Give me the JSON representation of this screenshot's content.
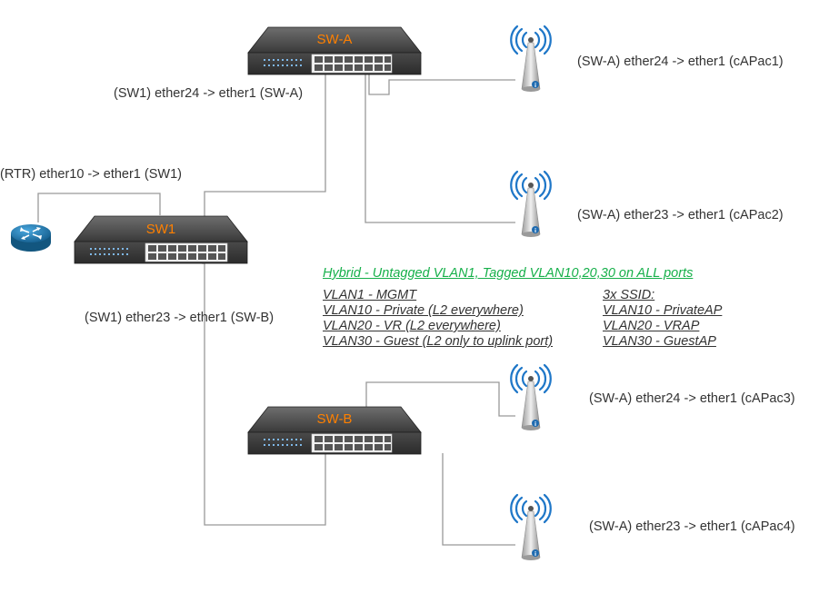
{
  "colors": {
    "switch_label": "#ff8000",
    "link_line": "#999999",
    "legend_green": "#16b04a",
    "text": "#333333",
    "router": "#1f7fb8",
    "antenna_waves": "#1f77c8"
  },
  "devices": {
    "switches": [
      {
        "name": "SW-A"
      },
      {
        "name": "SW1"
      },
      {
        "name": "SW-B"
      }
    ],
    "router_icon": "router-icon",
    "ap_icon": "access-point-icon"
  },
  "links": {
    "rtr_sw1": "(RTR) ether10 -> ether1 (SW1)",
    "sw1_swa": "(SW1) ether24 -> ether1 (SW-A)",
    "sw1_swb": "(SW1) ether23 -> ether1 (SW-B)",
    "ap1": "(SW-A) ether24 -> ether1 (cAPac1)",
    "ap2": "(SW-A) ether23 -> ether1 (cAPac2)",
    "ap3": "(SW-A) ether24 -> ether1 (cAPac3)",
    "ap4": "(SW-A) ether23 -> ether1 (cAPac4)"
  },
  "legend": {
    "title": "Hybrid - Untagged VLAN1, Tagged VLAN10,20,30 on ALL ports",
    "vlans": [
      "VLAN1 - MGMT",
      "VLAN10 - Private (L2 everywhere)",
      "VLAN20 - VR (L2 everywhere)",
      "VLAN30 - Guest (L2 only to uplink port)"
    ],
    "ssid_title": "3x SSID:",
    "ssids": [
      "VLAN10 - PrivateAP",
      "VLAN20 - VRAP",
      "VLAN30 - GuestAP"
    ]
  }
}
